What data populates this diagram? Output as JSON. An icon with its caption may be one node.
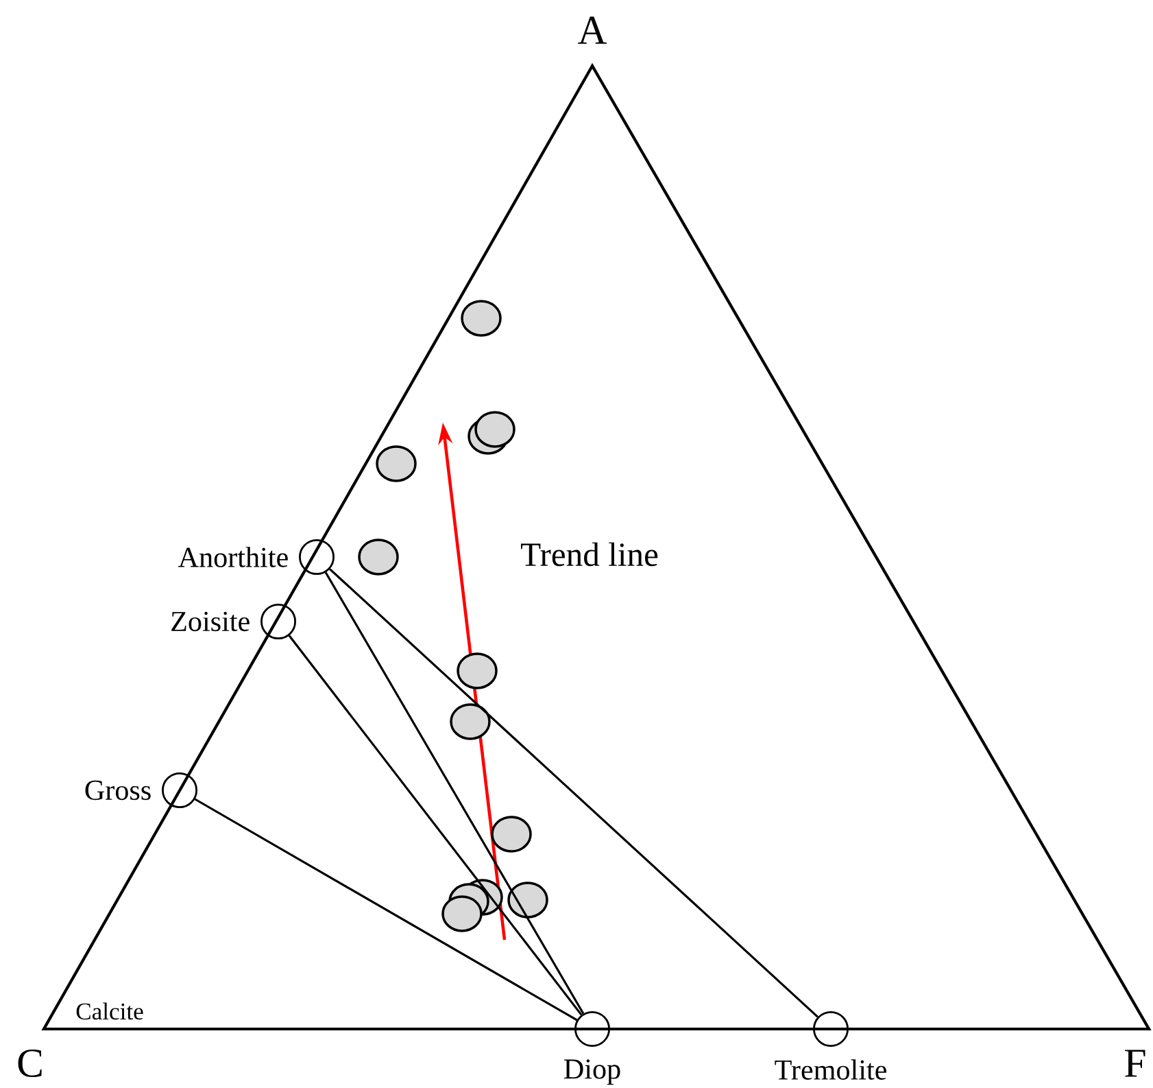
{
  "diagram": {
    "nodes": [
      {
        "text": [],
        "shape": "circle",
        "beside": [
          "Anorthite"
        ]
      },
      {
        "text": [],
        "shape": "circle",
        "beside": [
          "Zoisite"
        ]
      },
      {
        "text": [],
        "shape": "circle",
        "beside": [
          "Gross"
        ]
      },
      {
        "text": [],
        "shape": "circle",
        "beside": [
          "Diop"
        ]
      },
      {
        "text": [],
        "shape": "circle",
        "beside": [
          "Tremolite"
        ]
      }
    ],
    "edges": [
      {
        "from": 0,
        "to": 3,
        "arrow": "none"
      },
      {
        "from": 0,
        "to": 4,
        "arrow": "none"
      },
      {
        "from": 1,
        "to": 3,
        "arrow": "none"
      },
      {
        "from": 2,
        "to": 3,
        "arrow": "none"
      }
    ],
    "labels": [
      "A",
      "Trend line",
      "Calcite",
      "C",
      "F"
    ]
  }
}
